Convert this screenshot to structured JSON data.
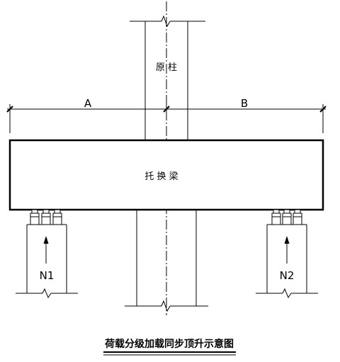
{
  "diagram": {
    "caption": "荷载分级加载同步顶升示意图",
    "column_label": "原 柱",
    "beam_label": "托 换 梁",
    "dim_left": "A",
    "dim_right": "B",
    "force_left": "N1",
    "force_right": "N2"
  }
}
